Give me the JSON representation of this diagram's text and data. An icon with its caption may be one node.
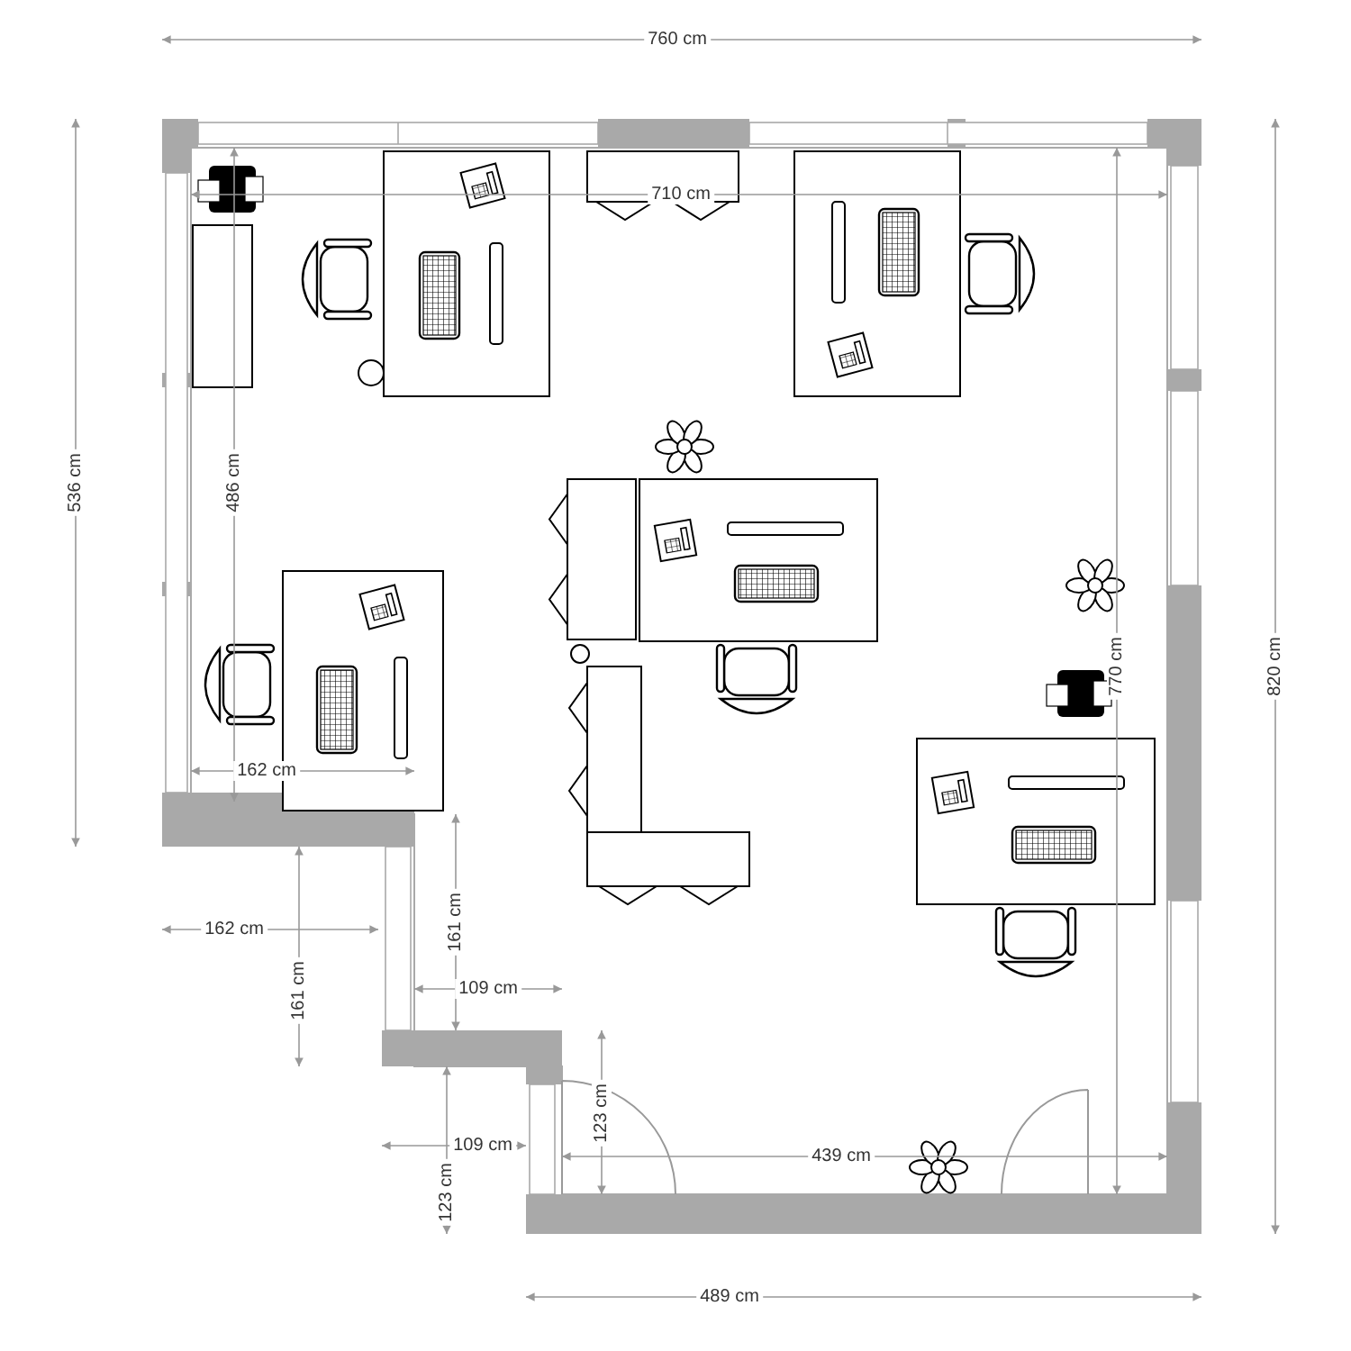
{
  "diagram": {
    "labels": [
      "760 cm",
      "710 cm",
      "536 cm",
      "486 cm",
      "820 cm",
      "770 cm",
      "162 cm",
      "162 cm",
      "161 cm",
      "161 cm",
      "109 cm",
      "109 cm",
      "123 cm",
      "123 cm",
      "439 cm",
      "489 cm"
    ]
  }
}
